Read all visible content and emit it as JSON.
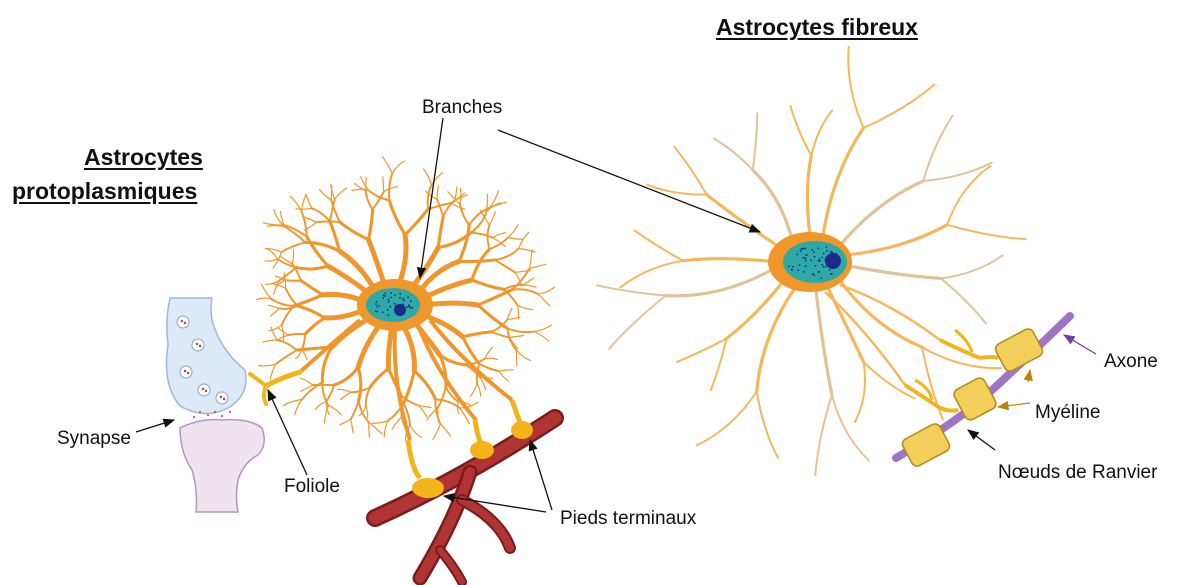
{
  "titles": {
    "fibrous": "Astrocytes fibreux",
    "protoplasmic_line1": "Astrocytes",
    "protoplasmic_line2": "protoplasmiques"
  },
  "labels": {
    "branches": "Branches",
    "synapse": "Synapse",
    "foliole": "Foliole",
    "pieds": "Pieds terminaux",
    "axone": "Axone",
    "myeline": "Myéline",
    "noeuds": "Nœuds de Ranvier"
  },
  "colors": {
    "astrocyte": "#f0962a",
    "astrocyte_light": "#f5b75a",
    "astrocyte_faded": "#dfc39a",
    "nucleus": "#2eaaa6",
    "nucleolus": "#1d2a8a",
    "vessel": "#a52a2a",
    "endfoot": "#f2b418",
    "myelin": "#f3cf5a",
    "axon": "#a074c4",
    "presynaptic": "#dde9f7",
    "postsynaptic": "#efe3ef"
  }
}
